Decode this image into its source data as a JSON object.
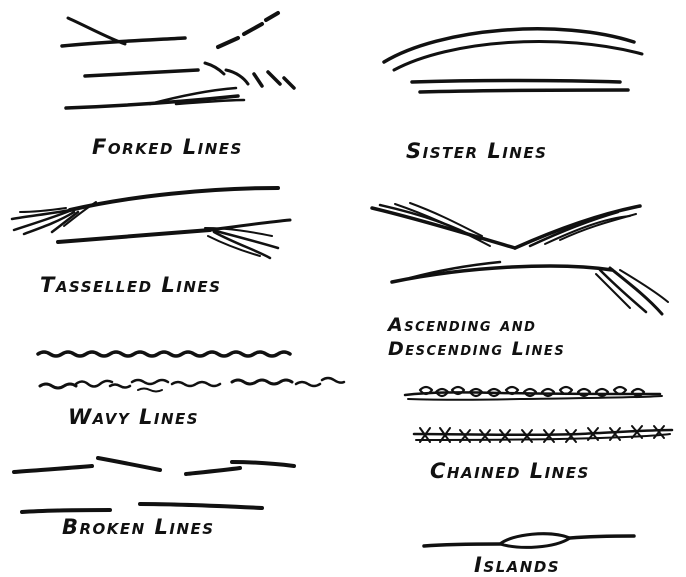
{
  "figures": [
    {
      "id": "forked",
      "label": "Forked Lines"
    },
    {
      "id": "sister",
      "label": "Sister Lines"
    },
    {
      "id": "tasselled",
      "label": "Tasselled Lines"
    },
    {
      "id": "ascending",
      "label_line1": "Ascending and",
      "label_line2": "Descending Lines"
    },
    {
      "id": "wavy",
      "label": "Wavy Lines"
    },
    {
      "id": "chained",
      "label": "Chained Lines"
    },
    {
      "id": "broken",
      "label": "Broken Lines"
    },
    {
      "id": "islands",
      "label": "Islands"
    }
  ]
}
